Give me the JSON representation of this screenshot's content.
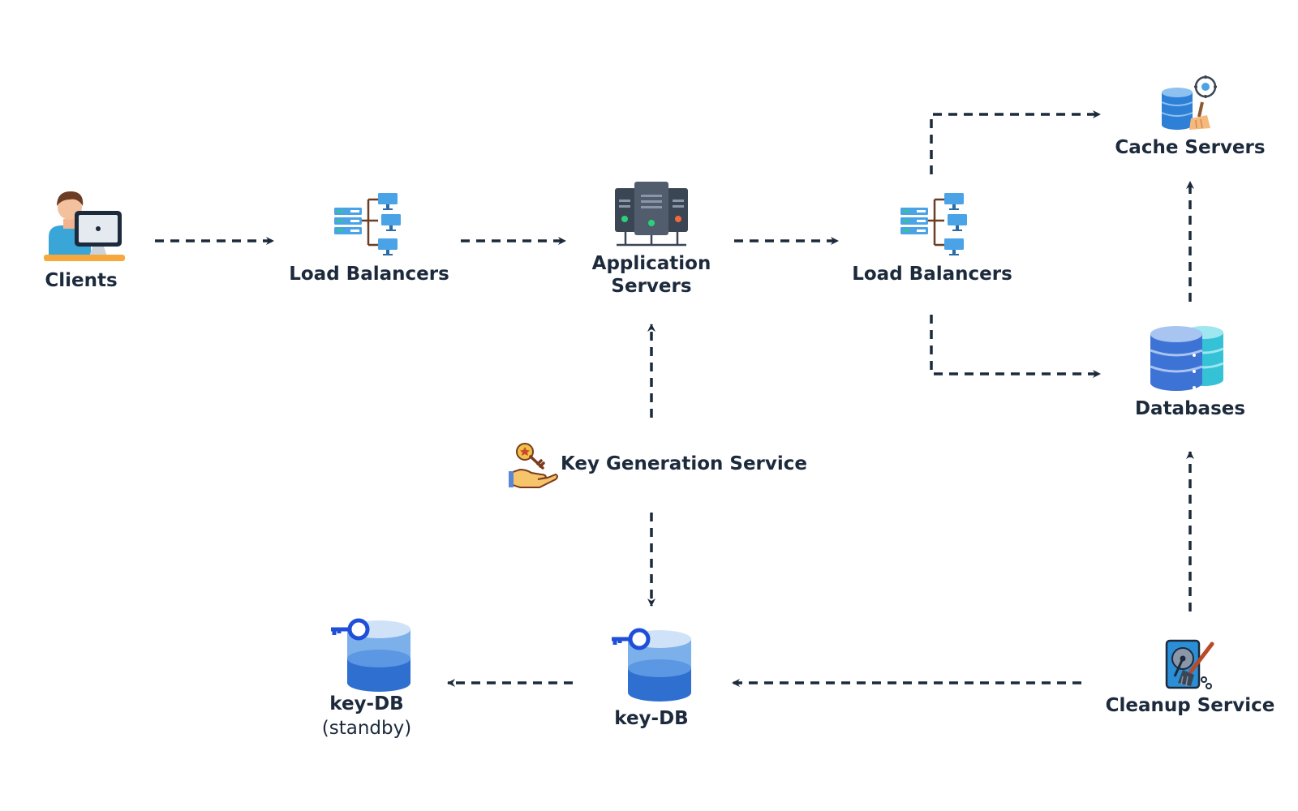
{
  "nodes": {
    "clients": {
      "label": "Clients"
    },
    "lb_left": {
      "label": "Load Balancers"
    },
    "app_servers": {
      "line1": "Application",
      "line2": "Servers"
    },
    "lb_right": {
      "label": "Load Balancers"
    },
    "cache_servers": {
      "label": "Cache Servers"
    },
    "databases": {
      "label": "Databases"
    },
    "kgs": {
      "label": "Key Generation Service"
    },
    "key_db": {
      "label": "key-DB"
    },
    "key_db_standby": {
      "label": "key-DB",
      "note": "(standby)"
    },
    "cleanup": {
      "label": "Cleanup Service"
    }
  },
  "colors": {
    "text": "#1c2a3c",
    "arrow": "#1c2a3c",
    "db_blue": "#2e6fd0",
    "lb_blue": "#4aa3e6",
    "server_dark": "#3b4654",
    "key_blue": "#1f4fd8"
  },
  "icons": {
    "clients": "person-at-computer-icon",
    "lb": "network-load-balancer-icon",
    "app_servers": "server-rack-icon",
    "cache": "database-with-broom-icon",
    "databases": "stacked-databases-icon",
    "kgs": "hand-holding-key-icon",
    "key_db": "database-with-key-icon",
    "cleanup": "hard-drive-with-broom-icon"
  }
}
